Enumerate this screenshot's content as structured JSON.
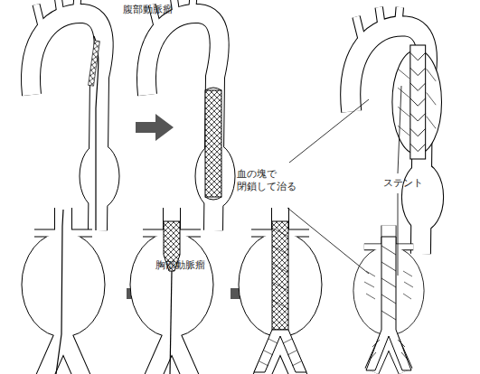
{
  "diagram": {
    "labels": [
      "腹部動脈瘤",
      "胸部動脈瘤",
      "血の塊で 閉鎖して治る",
      "ステント"
    ]
  }
}
